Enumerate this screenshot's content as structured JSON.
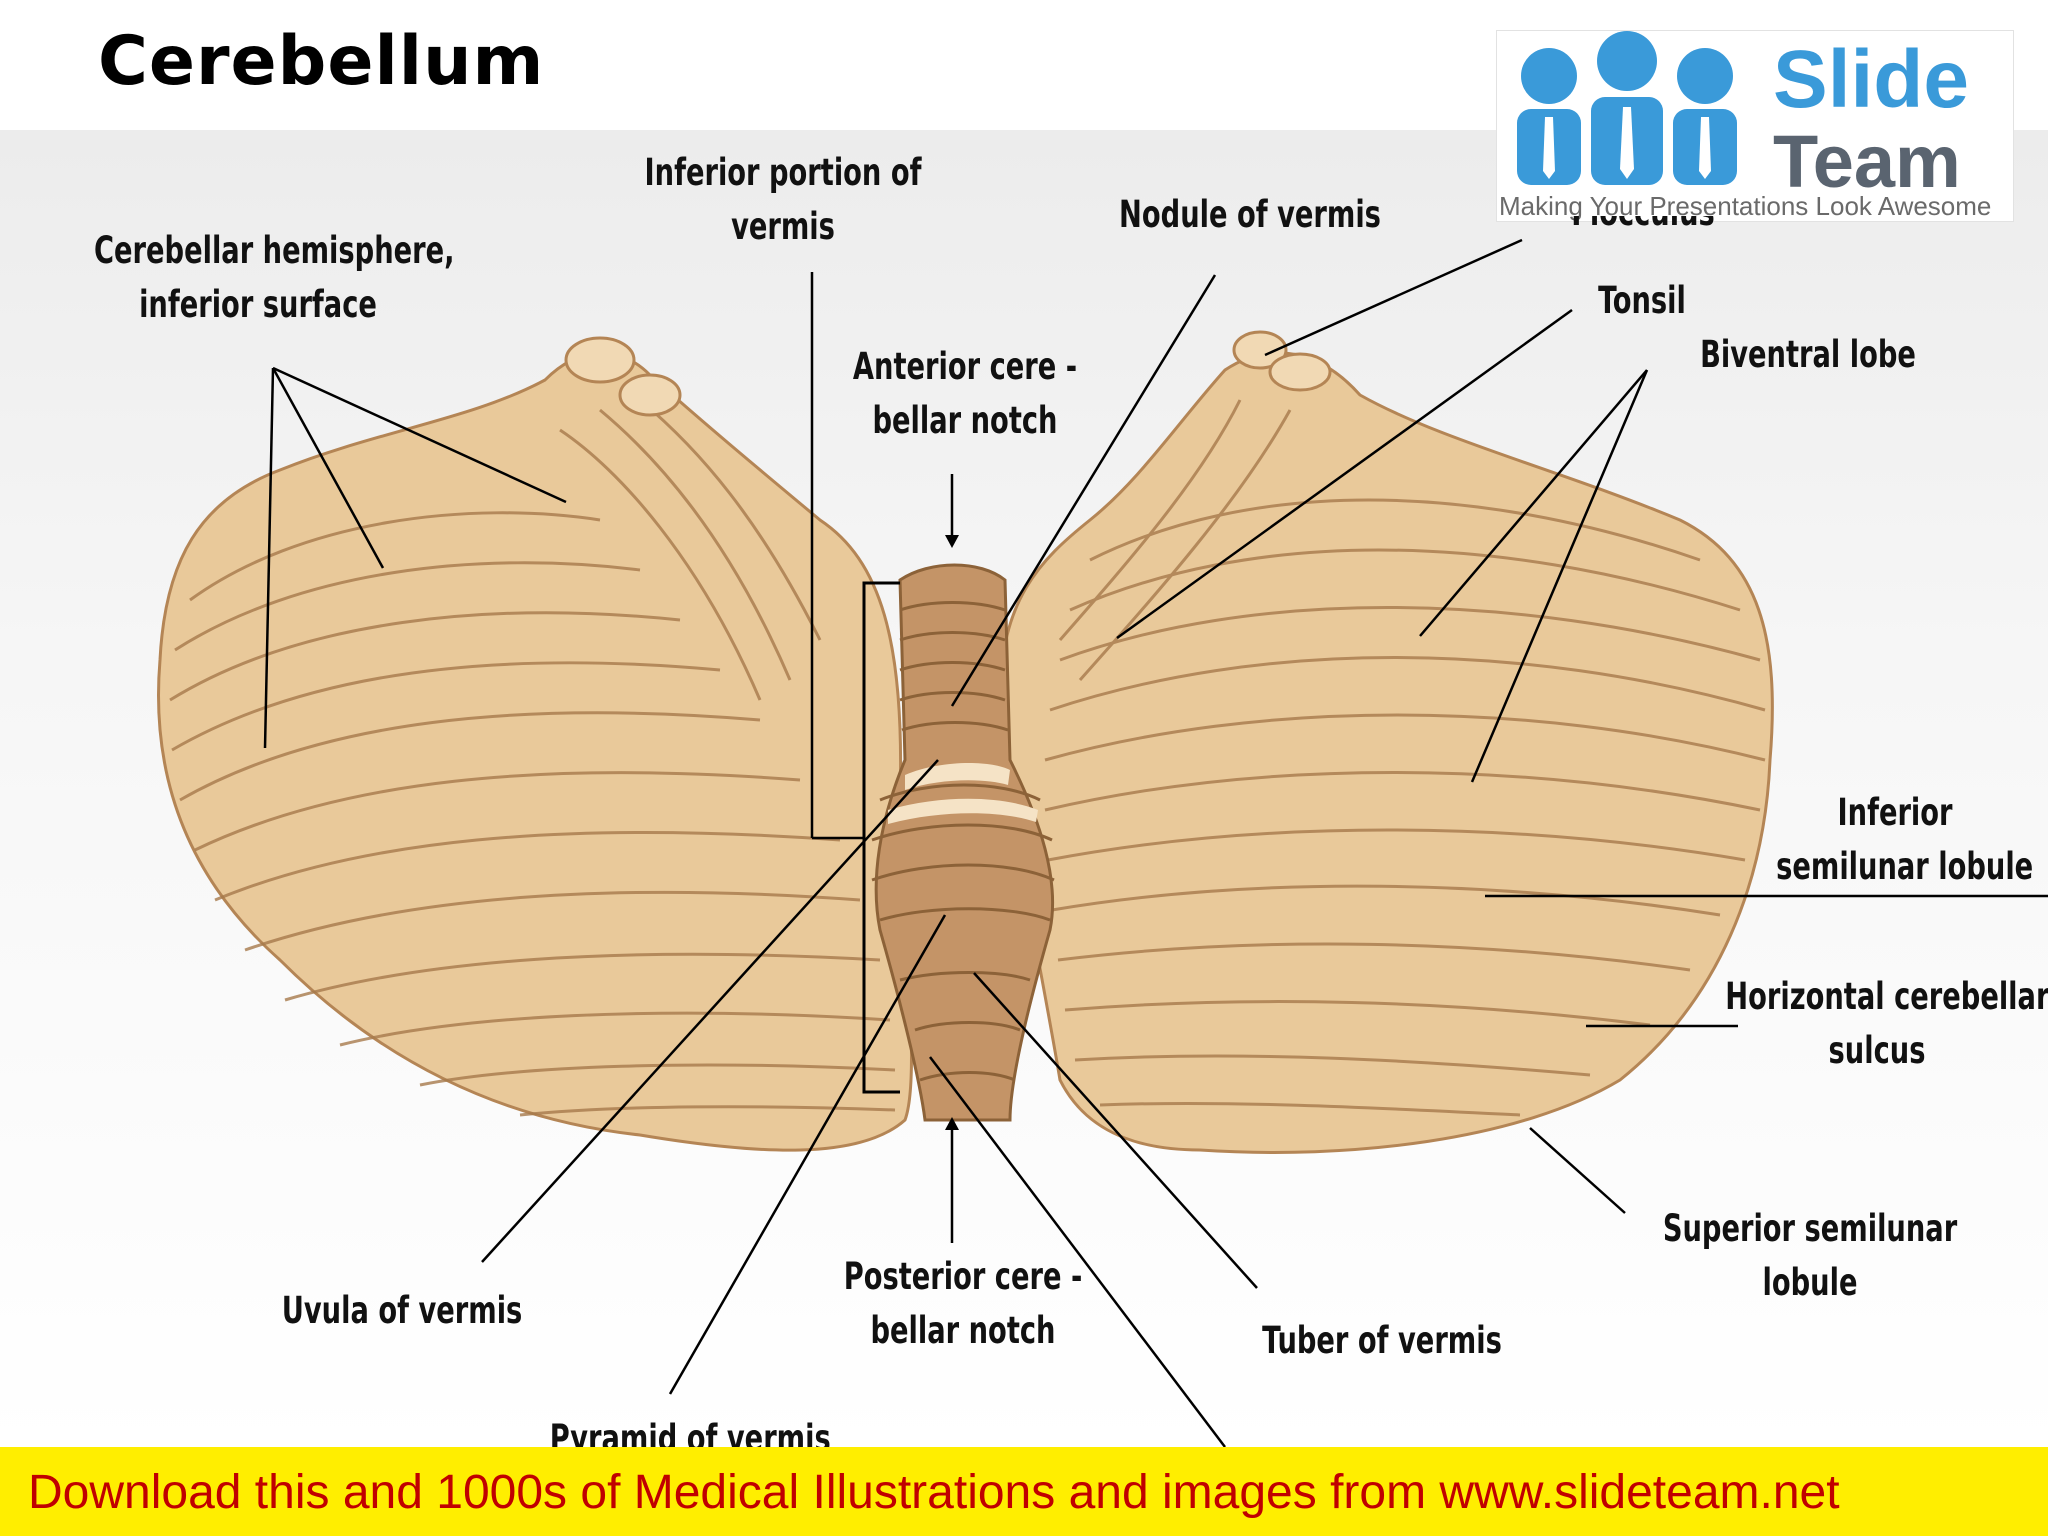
{
  "title": "Cerebellum",
  "logo": {
    "brand_line1": "Slide",
    "brand_line2": "Team",
    "tagline": "Making Your Presentations Look Awesome"
  },
  "labels": {
    "hemisphere": [
      "Cerebellar hemisphere,",
      "inferior surface"
    ],
    "inferior_vermis": [
      "Inferior portion of",
      "vermis"
    ],
    "nodule": "Nodule of vermis",
    "flocculus": "Flocculus",
    "tonsil": "Tonsil",
    "biventral": "Biventral lobe",
    "anterior_notch": [
      "Anterior cere -",
      "bellar notch"
    ],
    "inferior_semilunar": [
      "Inferior",
      "semilunar lobule"
    ],
    "horizontal_sulcus": [
      "Horizontal cerebellar",
      "sulcus"
    ],
    "superior_semilunar": [
      "Superior semilunar",
      "lobule"
    ],
    "uvula": "Uvula of vermis",
    "posterior_notch": [
      "Posterior cere -",
      "bellar notch"
    ],
    "tuber": "Tuber of vermis",
    "pyramid": "Pyramid of vermis"
  },
  "footer": "Download this and 1000s of Medical Illustrations and images from www.slideteam.net",
  "colors": {
    "tissue": "#e9c99a",
    "tissue_dark": "#c79a6a",
    "fold_line": "#a77a4c",
    "vermis": "#c49467",
    "footer_bg": "#ffee00",
    "footer_text": "#c00000",
    "logo_blue": "#3a9ad9"
  }
}
